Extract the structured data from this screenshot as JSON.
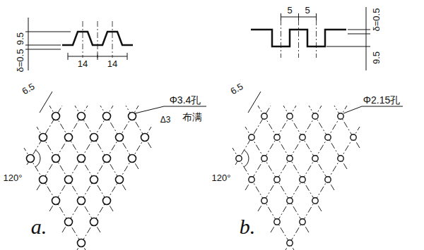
{
  "diagram": {
    "labels": [
      "9.5",
      "δ=0.5",
      "14",
      "14",
      "Φ3.4孔",
      "布满",
      "Δ3",
      "6.5",
      "120°",
      "a.",
      "5",
      "5",
      "δ=0.5",
      "9.5",
      "Φ2.15孔",
      "6.5",
      "120°",
      "b."
    ]
  }
}
